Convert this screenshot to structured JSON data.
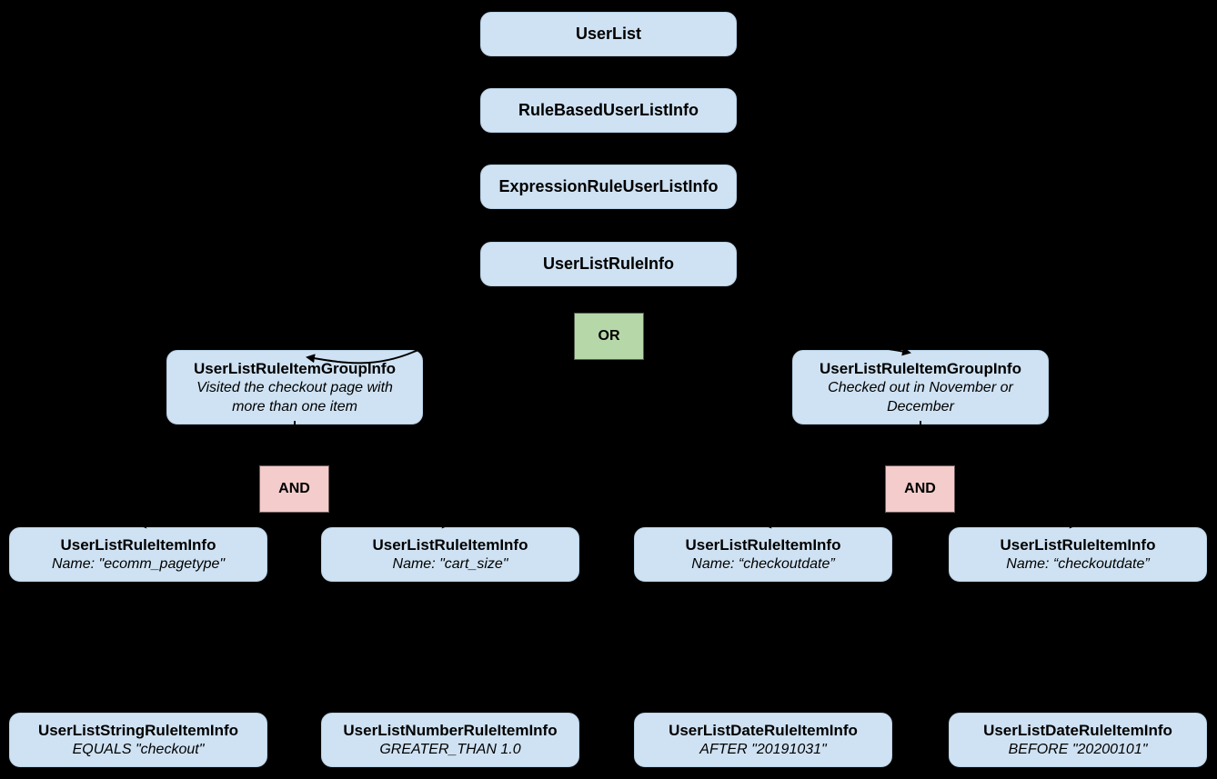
{
  "colors": {
    "background": "#000000",
    "node_fill": "#cfe2f3",
    "node_border": "#b7d0e4",
    "or_fill": "#b6d7a8",
    "and_fill": "#f4cccc",
    "text": "#000000"
  },
  "diagram": {
    "chain": [
      {
        "label": "UserList"
      },
      {
        "label": "RuleBasedUserListInfo"
      },
      {
        "label": "ExpressionRuleUserListInfo"
      },
      {
        "label": "UserListRuleInfo"
      }
    ],
    "operators": {
      "or": "OR",
      "and_left": "AND",
      "and_right": "AND"
    },
    "groups": [
      {
        "title": "UserListRuleItemGroupInfo",
        "subtitle": "Visited the checkout page with more than one item"
      },
      {
        "title": "UserListRuleItemGroupInfo",
        "subtitle": "Checked out in November or December"
      }
    ],
    "rule_items": [
      {
        "title": "UserListRuleItemInfo",
        "subtitle": "Name: \"ecomm_pagetype\""
      },
      {
        "title": "UserListRuleItemInfo",
        "subtitle": "Name: \"cart_size\""
      },
      {
        "title": "UserListRuleItemInfo",
        "subtitle": "Name: “checkoutdate”"
      },
      {
        "title": "UserListRuleItemInfo",
        "subtitle": "Name: “checkoutdate”"
      }
    ],
    "operand_items": [
      {
        "title": "UserListStringRuleItemInfo",
        "subtitle": "EQUALS \"checkout\""
      },
      {
        "title": "UserListNumberRuleItemInfo",
        "subtitle": "GREATER_THAN 1.0"
      },
      {
        "title": "UserListDateRuleItemInfo",
        "subtitle": "AFTER \"20191031\""
      },
      {
        "title": "UserListDateRuleItemInfo",
        "subtitle": "BEFORE \"20200101\""
      }
    ]
  }
}
